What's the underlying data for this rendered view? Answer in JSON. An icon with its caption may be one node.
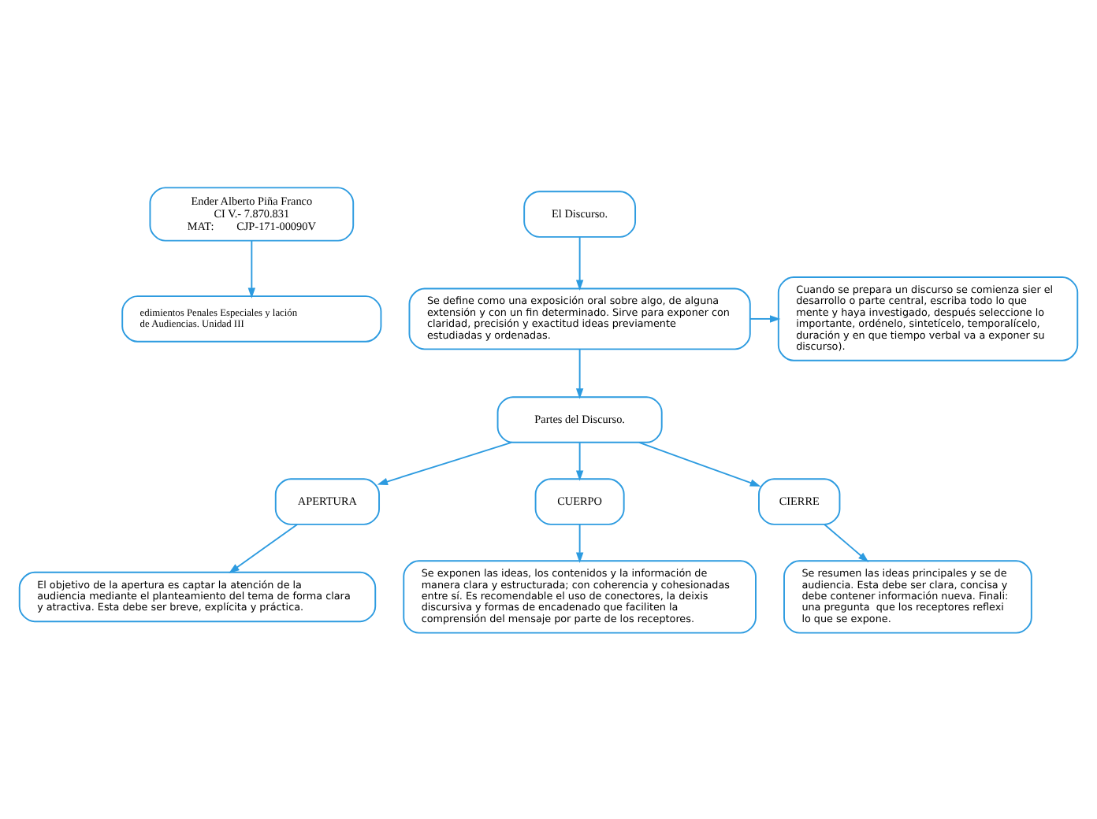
{
  "diagram": {
    "nodes": [
      {
        "text": [
          "Ender Alberto Piña Franco",
          "CI V.- 7.870.831",
          "MAT:        CJP-171-00090V"
        ]
      },
      {
        "text": [
          "edimientos Penales Especiales y lación de Audiencias. Unidad III"
        ]
      },
      {
        "text": [
          "El Discurso."
        ]
      },
      {
        "text": [
          "Se define como una exposición oral sobre algo, de alguna extensión y con un fin determinado. Sirve para exponer con claridad, precisión y exactitud ideas previamente estudiadas y ordenadas."
        ]
      },
      {
        "text": [
          "Cuando se prepara un discurso se comienza sier el desarrollo o parte central, escriba todo lo que mente y haya investigado, después seleccione lo importante, ordénelo, sintetícelo, temporalícelo, duración y en que tiempo verbal va a exponer su discurso)."
        ]
      },
      {
        "text": [
          "Partes del Discurso."
        ]
      },
      {
        "text": [
          "APERTURA"
        ]
      },
      {
        "text": [
          "CUERPO"
        ]
      },
      {
        "text": [
          "CIERRE"
        ]
      },
      {
        "text": [
          "El objetivo de la apertura es captar la atención de la audiencia mediante el planteamiento del tema de forma clara y atractiva. Esta debe ser breve, explícita y práctica."
        ]
      },
      {
        "text": [
          "Se exponen las ideas, los contenidos y la información de manera clara y estructurada; con coherencia y cohesionadas entre sí. Es recomendable el uso de conectores, la deixis discursiva y formas de encadenado que faciliten la comprensión del mensaje por parte de los receptores."
        ]
      },
      {
        "text": [
          "Se resumen las ideas principales y se de audiencia. Esta debe ser clara, concisa y debe contener información nueva. Finali: una pregunta  que los receptores reflexi lo que se expone."
        ]
      }
    ],
    "edges": [
      {
        "from": 0,
        "to": 1,
        "arrow": "to"
      },
      {
        "from": 2,
        "to": 3,
        "arrow": "to"
      },
      {
        "from": 3,
        "to": 4,
        "arrow": "to"
      },
      {
        "from": 3,
        "to": 5,
        "arrow": "to"
      },
      {
        "from": 5,
        "to": 6,
        "arrow": "to"
      },
      {
        "from": 5,
        "to": 7,
        "arrow": "to"
      },
      {
        "from": 5,
        "to": 8,
        "arrow": "to"
      },
      {
        "from": 6,
        "to": 9,
        "arrow": "to"
      },
      {
        "from": 7,
        "to": 10,
        "arrow": "to"
      },
      {
        "from": 8,
        "to": 11,
        "arrow": "to"
      }
    ]
  }
}
